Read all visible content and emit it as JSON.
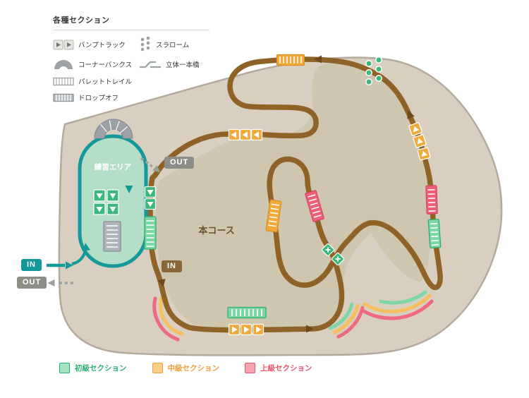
{
  "legend": {
    "title": "各種セクション",
    "items": [
      {
        "id": "bump-track",
        "label": "バンプトラック"
      },
      {
        "id": "slalom",
        "label": "スラローム"
      },
      {
        "id": "corner-banks",
        "label": "コーナーバンクス"
      },
      {
        "id": "elevated-bridge",
        "label": "立体一本橋"
      },
      {
        "id": "pallet-trail",
        "label": "パレットトレイル"
      },
      {
        "id": "drop-off",
        "label": "ドロップオフ"
      }
    ]
  },
  "map": {
    "course_label": "本コース",
    "practice_label": "練習エリア",
    "badges": {
      "facility_in": "IN",
      "facility_out": "OUT",
      "course_in": "IN",
      "course_out": "OUT"
    }
  },
  "section_legend": {
    "items": [
      {
        "label": "初級セクション",
        "level": "beginner",
        "color": "#2FAF74"
      },
      {
        "label": "中級セクション",
        "level": "intermediate",
        "color": "#EFA03C"
      },
      {
        "label": "上級セクション",
        "level": "advanced",
        "color": "#E8556E"
      }
    ]
  },
  "colors": {
    "terrain": "#D8CFC0",
    "terrain_inner": "#CFC6B0",
    "track_brown": "#8F6228",
    "practice_teal": "#14989A",
    "practice_fill": "#B5DEC9",
    "beginner_green": "#2FAF74",
    "intermediate_orange": "#EFA03C",
    "advanced_red": "#E8556E",
    "badge_gray": "#8D8D88",
    "badge_brown": "#86683A"
  }
}
